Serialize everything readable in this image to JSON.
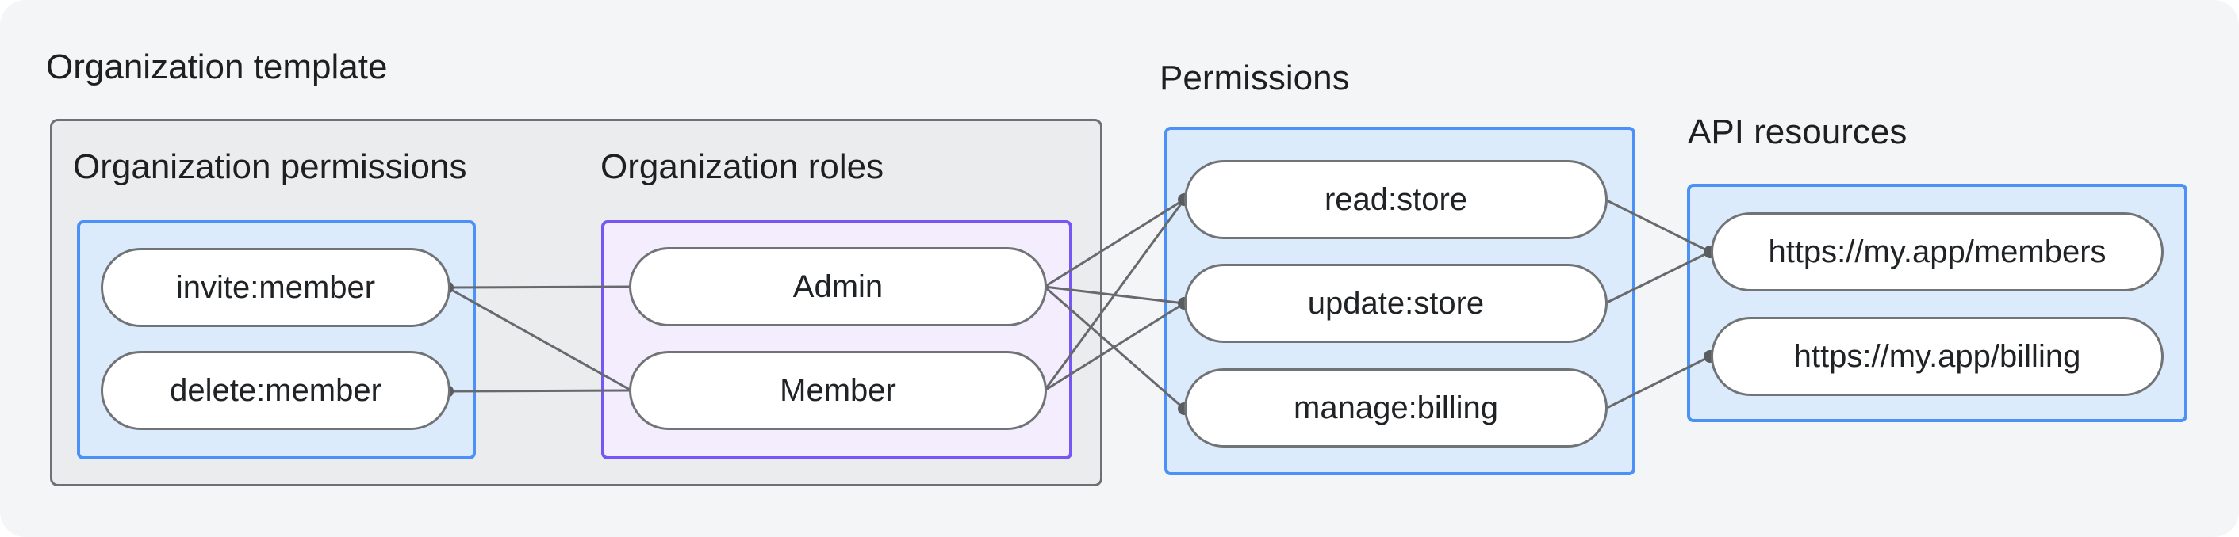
{
  "title": "Organization template",
  "sections": {
    "org_permissions": {
      "label": "Organization permissions",
      "items": [
        "invite:member",
        "delete:member"
      ]
    },
    "org_roles": {
      "label": "Organization roles",
      "items": [
        "Admin",
        "Member"
      ]
    },
    "permissions": {
      "label": "Permissions",
      "items": [
        "read:store",
        "update:store",
        "manage:billing"
      ]
    },
    "api_resources": {
      "label": "API resources",
      "items": [
        "https://my.app/members",
        "https://my.app/billing"
      ]
    }
  },
  "edges": [
    {
      "from": "invite:member",
      "to": "Admin"
    },
    {
      "from": "invite:member",
      "to": "Member"
    },
    {
      "from": "delete:member",
      "to": "Member"
    },
    {
      "from": "Admin",
      "to": "read:store"
    },
    {
      "from": "Admin",
      "to": "update:store"
    },
    {
      "from": "Admin",
      "to": "manage:billing"
    },
    {
      "from": "Member",
      "to": "read:store"
    },
    {
      "from": "Member",
      "to": "update:store"
    },
    {
      "from": "read:store",
      "to": "https://my.app/members"
    },
    {
      "from": "update:store",
      "to": "https://my.app/members"
    },
    {
      "from": "manage:billing",
      "to": "https://my.app/billing"
    }
  ],
  "colors": {
    "canvas_bg": "#f4f5f6",
    "template_box_bg": "#ebeced",
    "template_box_border": "#6e7174",
    "blue_box_bg": "#dcebfb",
    "blue_box_border": "#4b91f7",
    "purple_box_bg": "#f3edfd",
    "purple_box_border": "#7656f5",
    "pill_bg": "#ffffff",
    "pill_border": "#717477",
    "edge_line": "#67696c",
    "connector_dot": "#595d60",
    "text": "#1d1f21"
  }
}
